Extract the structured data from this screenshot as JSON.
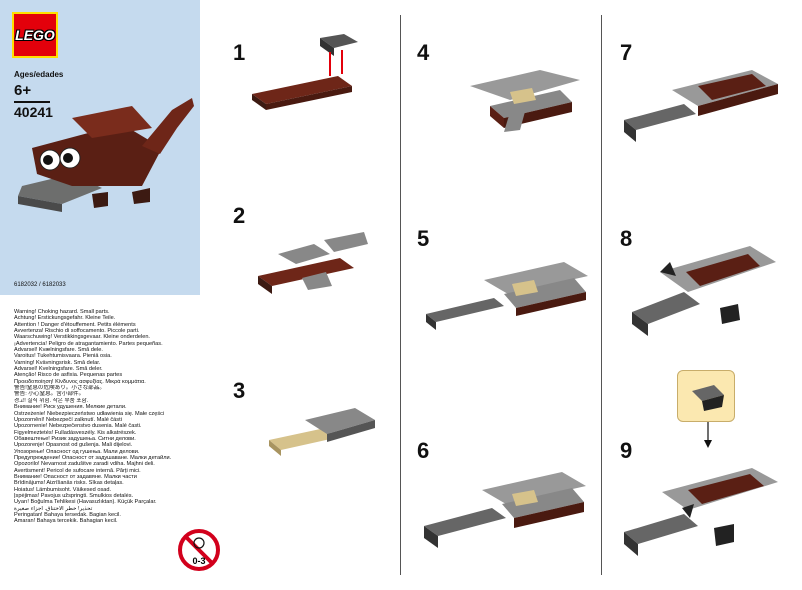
{
  "brand": {
    "logo_text": "LEGO"
  },
  "product": {
    "ages_label": "Ages/edades",
    "age": "6+",
    "set_number": "40241",
    "codes": "6182032 / 6182033"
  },
  "warnings": [
    "Warning! Choking hazard. Small parts.",
    "Achtung! Erstickungsgefahr. Kleine Teile.",
    "Attention ! Danger d'étouffement. Petits éléments",
    "Avvertenza! Rischio di soffocamento. Piccole parti.",
    "Waarschuwing! Verstikkingsgevaar. Kleine onderdelen.",
    "¡Advertencia! Peligro de atragantamiento. Partes pequeñas.",
    "Advarsel! Kvælningsfare. Små dele.",
    "Varoitus! Tukehtumisvaara. Pieniä osia.",
    "Varning! Kvävningsrisk. Små delar.",
    "Advarsel! Kvelningsfare. Små deler.",
    "Atenção! Risco de asfixia. Pequenas partes",
    "Προειδοποίηση! Κίνδυνος ασφυξίας. Μικρά κομμάτια.",
    "警告!窒息の危険あり。小さな部品。",
    "警告: 小心窒息。含小部件。",
    "경고! 질식 위험. 작은 부품 포함.",
    "Внимание! Риск удушения. Мелкие детали.",
    "Ostrzeżenie! Niebezpieczeństwo udławienia się. Małe części",
    "Upozornění! Nebezpečí zalknutí. Malé části",
    "Upozornenie! Nebezpečenstvo dusenia. Malé časti.",
    "Figyelmeztetés! Fulladásveszély. Kis alkatrészek.",
    "Обавештење! Ризик задушења. Ситни делови.",
    "Upozorenje! Opasnost od gušenja. Mali dijelovi.",
    "Упозорење! Опасност од гушења. Мали делови.",
    "Предупреждение! Опасност от задушаване. Малки детайли.",
    "Opozorilo! Nevarnost zadušitve zaradi vdiha. Majhni deli.",
    "Avertisment! Pericol de sufocare internă. Părți mici.",
    "Внимание! Опасност от задавяне. Малки части",
    "Brīdinājums! Aizrīšanās risks. Sīkas detaļas.",
    "Hoiatus! Lämbumisoht. Väikesed osad.",
    "Įspėjimas! Pavojus užspringti. Smulkios detalės.",
    "Uyarı! Boğulma Tehlikesi (Havasızlıktan). Küçük Parçalar.",
    "تحذير! خطر الاختناق. أجزاء صغيرة",
    "Peringatan! Bahaya tersedak. Bagian kecil.",
    "Amaran! Bahaya tercekik. Bahagian kecil."
  ],
  "choke_label": "0-3",
  "steps": [
    "1",
    "2",
    "3",
    "4",
    "5",
    "6",
    "7",
    "8",
    "9"
  ],
  "colors": {
    "panel": "#c5daee",
    "brick_brown": "#5a1f14",
    "brick_gray": "#6d6e6d",
    "brick_tan": "#d6c28b",
    "lego_red": "#e3000b"
  }
}
